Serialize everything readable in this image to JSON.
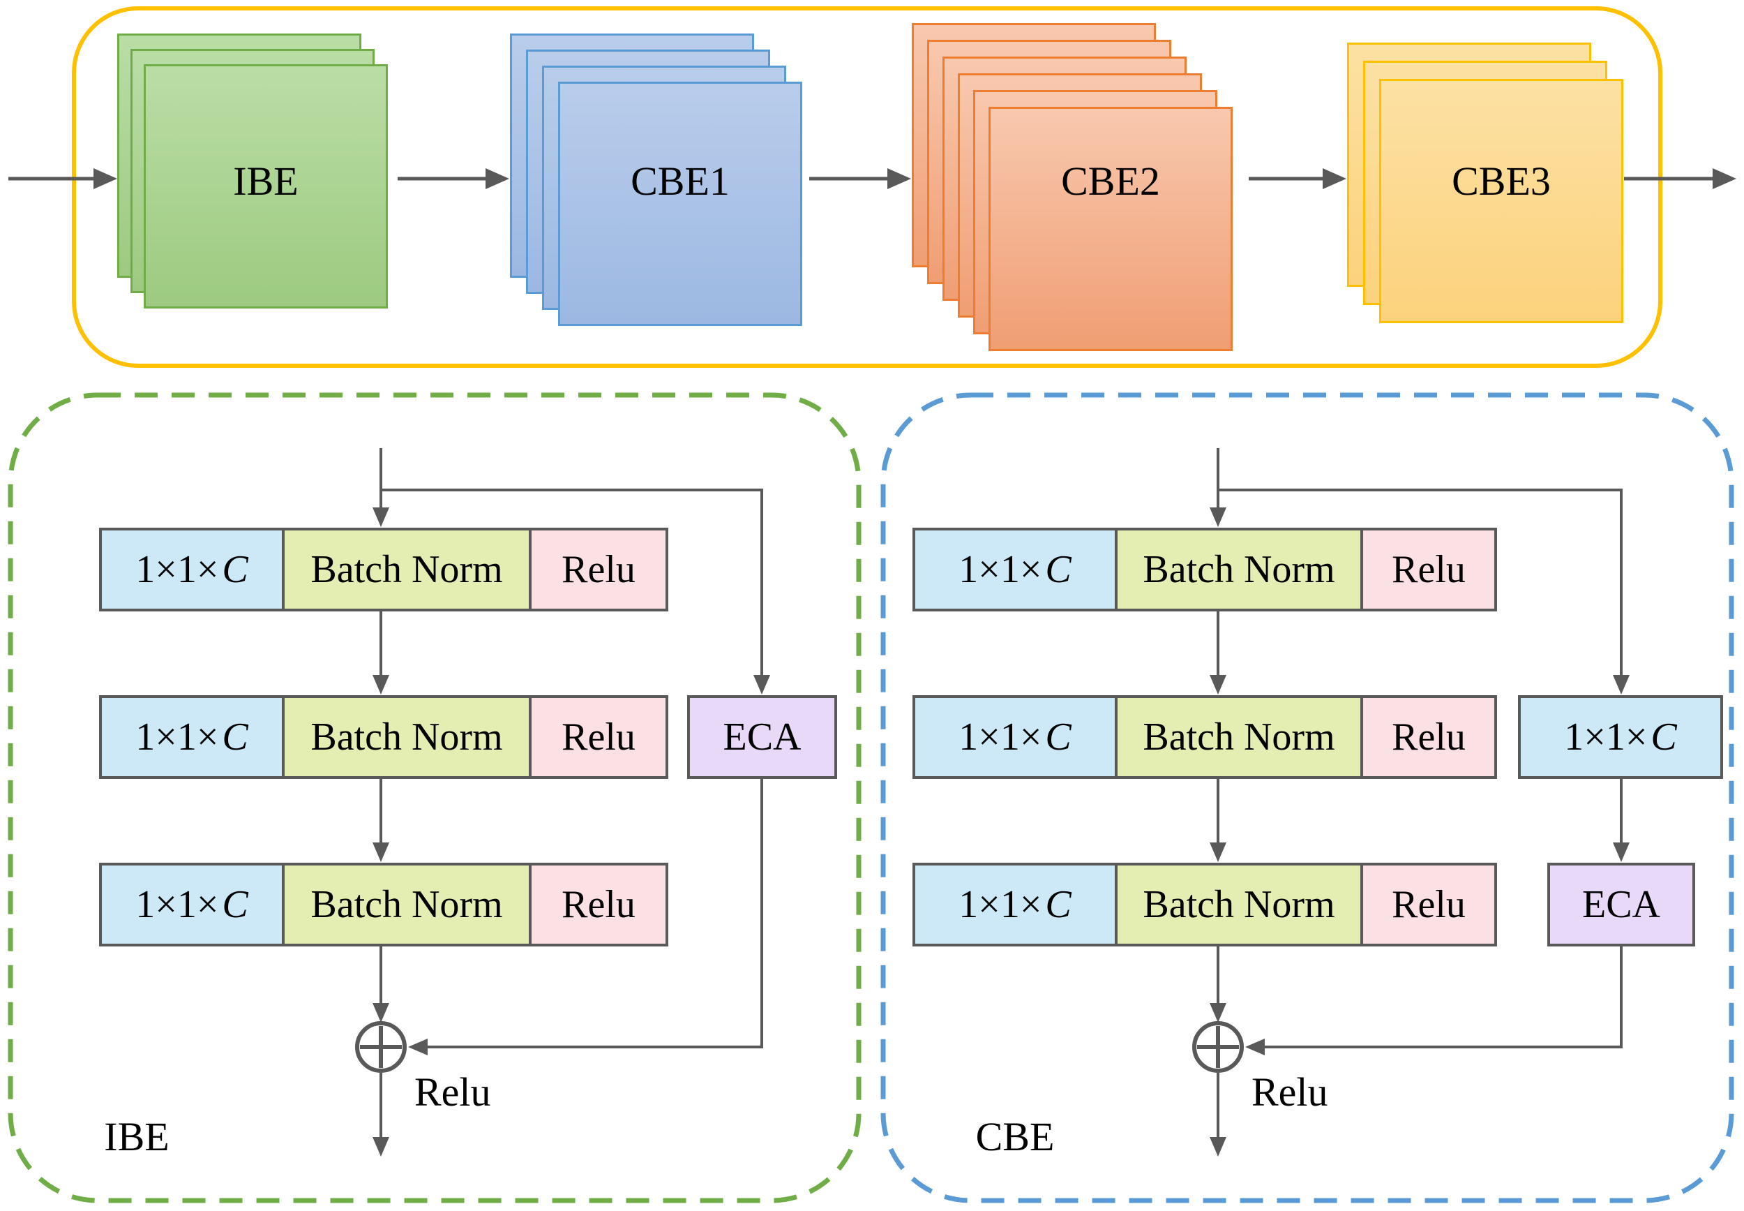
{
  "pipeline": {
    "stages": [
      {
        "label": "IBE",
        "cards": 3,
        "theme": "green"
      },
      {
        "label": "CBE1",
        "cards": 4,
        "theme": "blue"
      },
      {
        "label": "CBE2",
        "cards": 6,
        "theme": "orange"
      },
      {
        "label": "CBE3",
        "cards": 3,
        "theme": "yellow"
      }
    ]
  },
  "blocks": {
    "conv_prefix": "1×1×",
    "conv_c": "C",
    "batch_norm": "Batch Norm",
    "relu": "Relu",
    "eca": "ECA"
  },
  "ibe_detail": {
    "title": "IBE",
    "output_activation": "Relu"
  },
  "cbe_detail": {
    "title": "CBE",
    "output_activation": "Relu"
  },
  "colors": {
    "pipeline_border": "#FFC000",
    "ibe_dash_border": "#70AD47",
    "cbe_dash_border": "#5B9BD5",
    "green_card": "#A9D18E",
    "blue_card": "#B4C7E7",
    "orange_card": "#F4B183",
    "yellow_card": "#FFD966",
    "conv_box": "#CDE9F7",
    "batch_norm_box": "#E4EEB3",
    "relu_box": "#FBE0E4",
    "eca_box": "#E7D9F7",
    "connector": "#595959"
  }
}
